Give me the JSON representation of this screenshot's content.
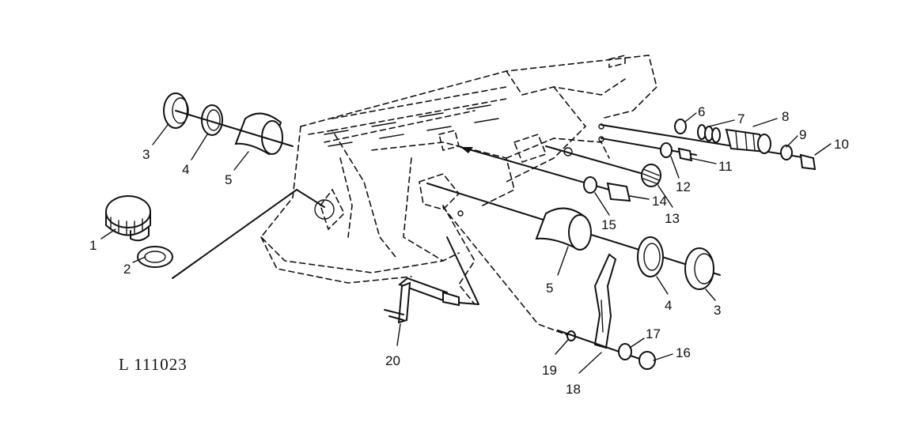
{
  "drawing_code": "L 111023",
  "callouts": [
    {
      "id": "c1",
      "text": "1"
    },
    {
      "id": "c2",
      "text": "2"
    },
    {
      "id": "c3a",
      "text": "3"
    },
    {
      "id": "c4a",
      "text": "4"
    },
    {
      "id": "c5a",
      "text": "5"
    },
    {
      "id": "c6",
      "text": "6"
    },
    {
      "id": "c7",
      "text": "7"
    },
    {
      "id": "c8",
      "text": "8"
    },
    {
      "id": "c9",
      "text": "9"
    },
    {
      "id": "c10",
      "text": "10"
    },
    {
      "id": "c11",
      "text": "11"
    },
    {
      "id": "c12",
      "text": "12"
    },
    {
      "id": "c13",
      "text": "13"
    },
    {
      "id": "c14",
      "text": "14"
    },
    {
      "id": "c15",
      "text": "15"
    },
    {
      "id": "c5b",
      "text": "5"
    },
    {
      "id": "c4b",
      "text": "4"
    },
    {
      "id": "c3b",
      "text": "3"
    },
    {
      "id": "c16",
      "text": "16"
    },
    {
      "id": "c17",
      "text": "17"
    },
    {
      "id": "c18",
      "text": "18"
    },
    {
      "id": "c19",
      "text": "19"
    },
    {
      "id": "c20",
      "text": "20"
    }
  ]
}
